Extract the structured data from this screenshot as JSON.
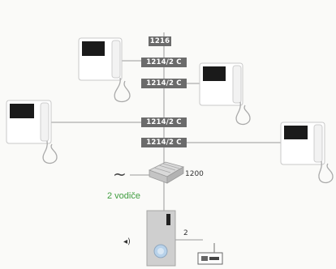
{
  "modules": {
    "top": "1216",
    "floor1": "1214/2 C",
    "floor2": "1214/2 C",
    "floor3": "1214/2 C",
    "floor4": "1214/2 C"
  },
  "power_supply": {
    "symbol": "~",
    "code": "1200"
  },
  "wiring_note": "2 vodiče",
  "door_station": {
    "wire_count": "2",
    "speaker_symbol": "◂)"
  },
  "colors": {
    "line": "#b9b9b9",
    "tag_bg": "#6b6b6b",
    "wiring_note": "#3f9d3f",
    "screen": "#1a1a1a"
  }
}
